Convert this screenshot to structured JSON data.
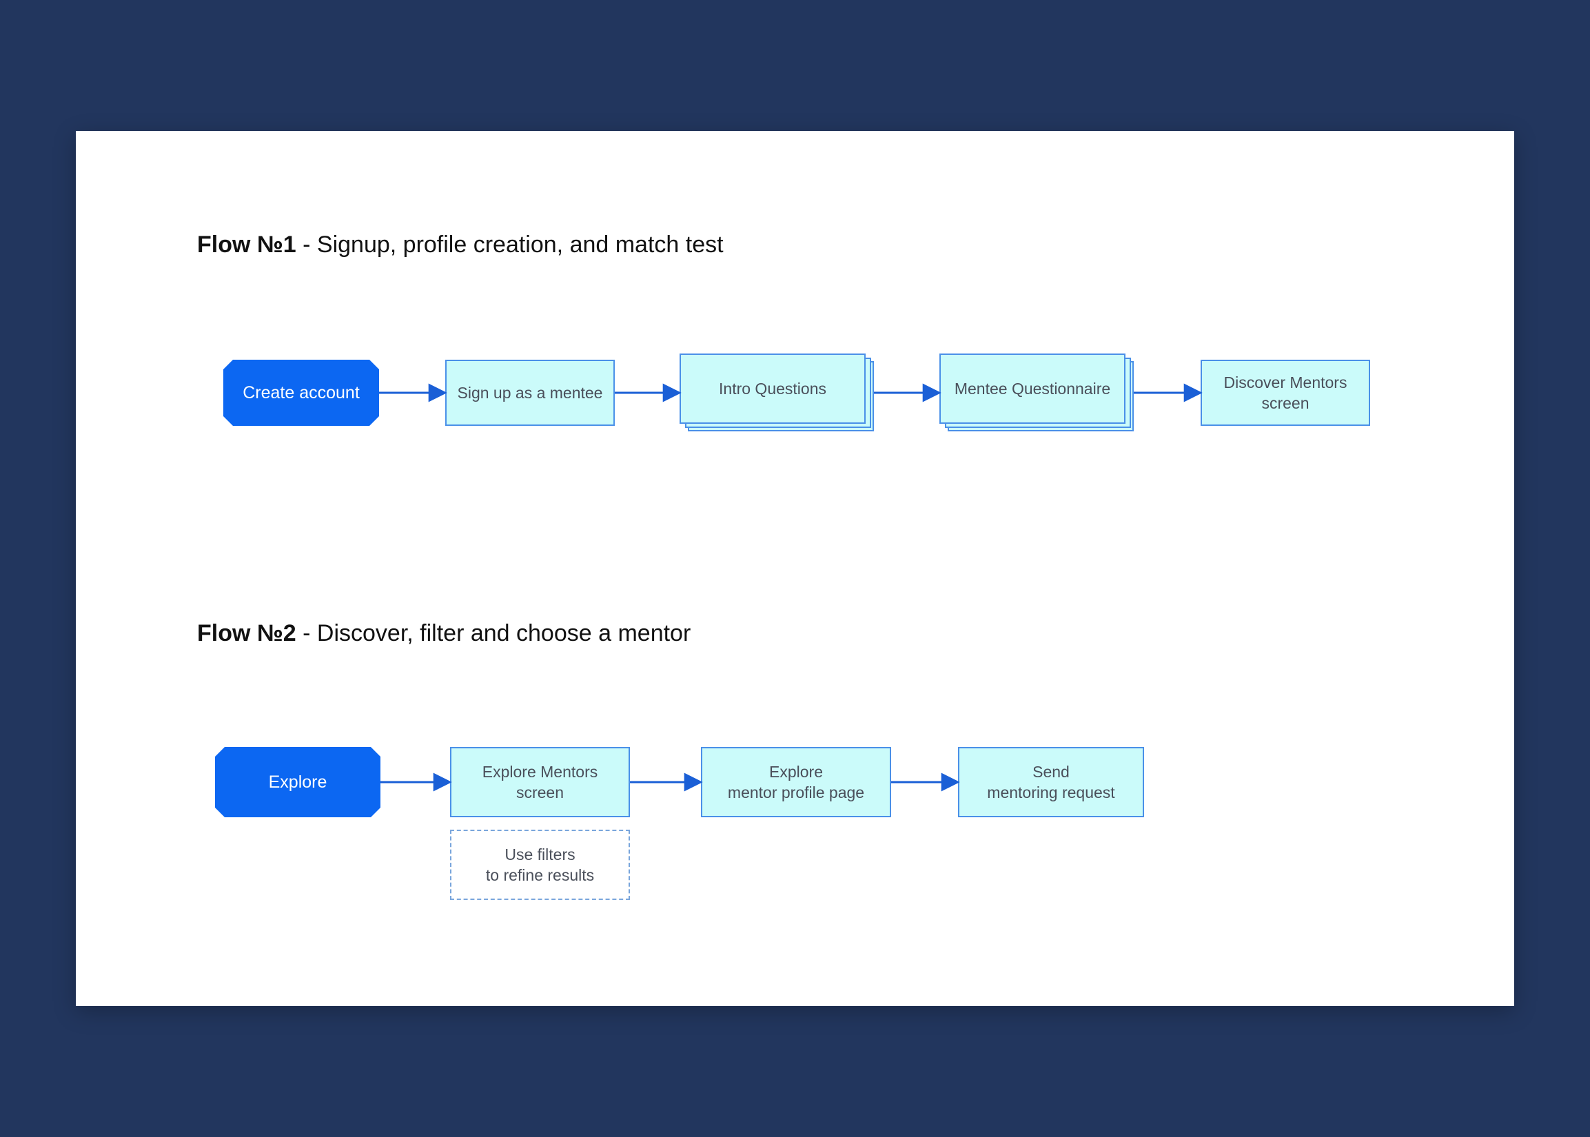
{
  "flow1": {
    "title_bold": "Flow №1",
    "title_rest": " - Signup, profile creation, and match test",
    "nodes": {
      "create_account": "Create account",
      "sign_up_mentee": "Sign up as a mentee",
      "intro_questions": "Intro Questions",
      "mentee_questionnaire": "Mentee Questionnaire",
      "discover_mentors": "Discover Mentors\nscreen"
    }
  },
  "flow2": {
    "title_bold": "Flow №2",
    "title_rest": " - Discover, filter and choose a mentor",
    "nodes": {
      "explore": "Explore",
      "explore_mentors": "Explore Mentors\nscreen",
      "explore_profile": "Explore\nmentor profile page",
      "send_request": "Send\nmentoring request",
      "use_filters": "Use filters\nto refine results"
    }
  },
  "colors": {
    "background": "#22365e",
    "card": "#ffffff",
    "terminal": "#0c67f2",
    "process_fill": "#cbfbfa",
    "process_border": "#4a90e8",
    "arrow": "#1a5fd6"
  }
}
